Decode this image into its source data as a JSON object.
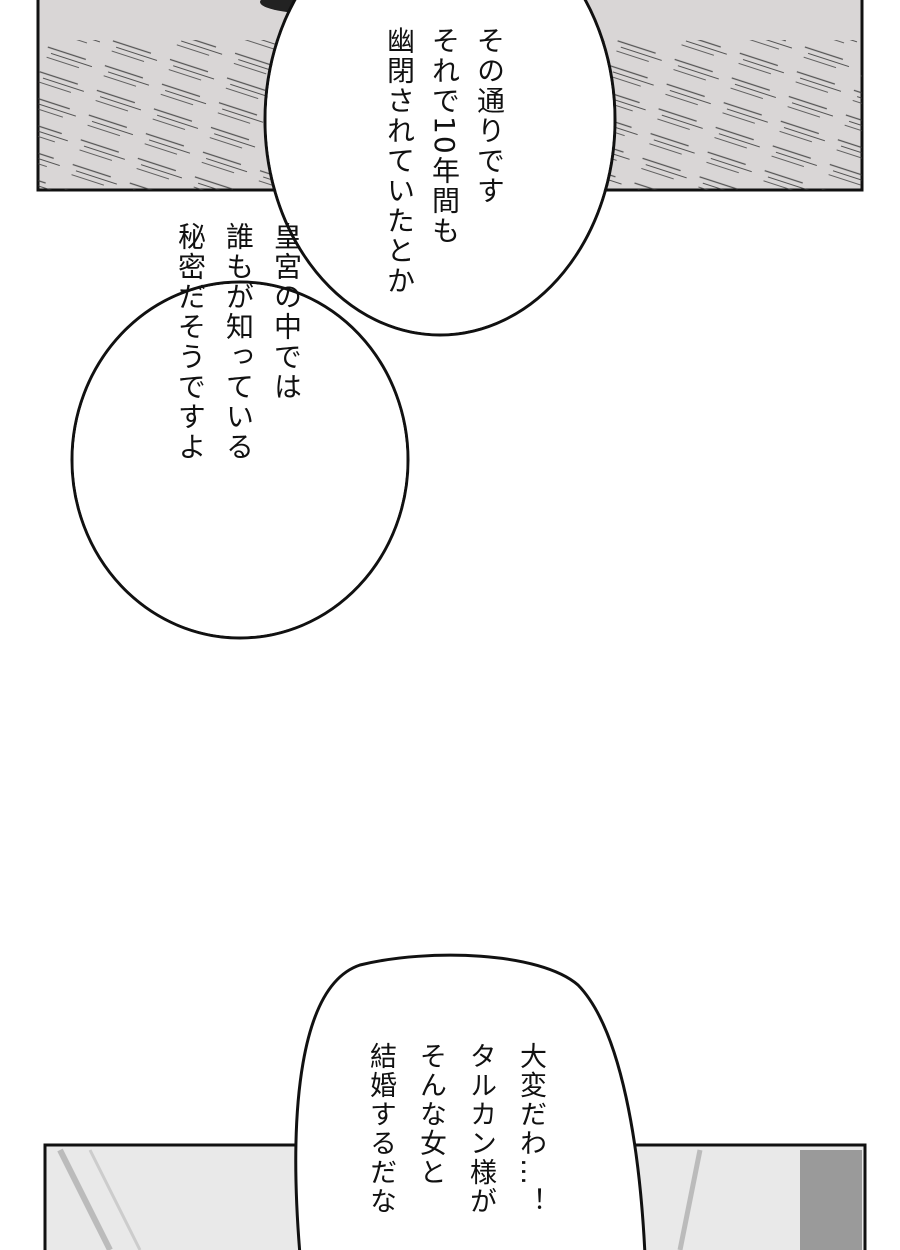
{
  "panels": {
    "fill_color": "#d9d6d6",
    "bottom_fill_color": "#e9e9e9",
    "border_color": "#111111"
  },
  "bubbles": [
    {
      "lines": [
        "その通りです",
        "それで10年間も",
        "幽閉されていたとか"
      ]
    },
    {
      "lines": [
        "皇宮の中では",
        "誰もが知っている",
        "秘密だそうですよ"
      ]
    },
    {
      "lines": [
        "大変だわ…！",
        "タルカン様が",
        "そんな女と",
        "結婚するだな"
      ]
    }
  ]
}
